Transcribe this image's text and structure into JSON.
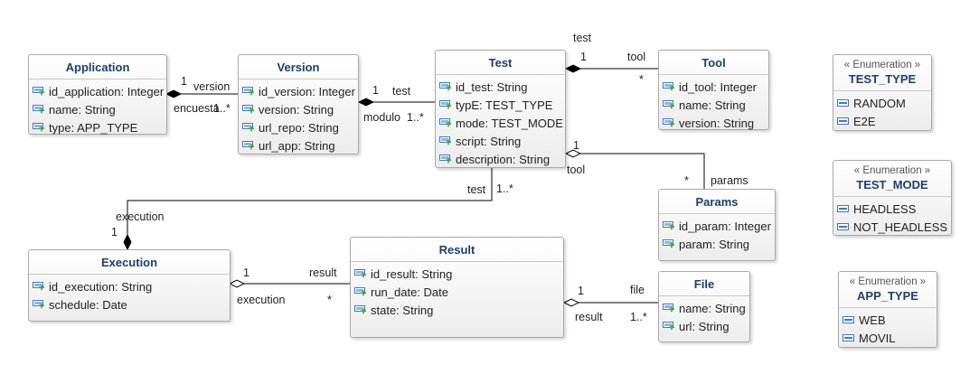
{
  "classes": {
    "application": {
      "name": "Application",
      "attrs": [
        "id_application: Integer",
        "name: String",
        "type: APP_TYPE"
      ]
    },
    "version": {
      "name": "Version",
      "attrs": [
        "id_version: Integer",
        "version: String",
        "url_repo: String",
        "url_app: String"
      ]
    },
    "test": {
      "name": "Test",
      "attrs": [
        "id_test: String",
        "typE: TEST_TYPE",
        "mode: TEST_MODE",
        "script: String",
        "description: String"
      ]
    },
    "tool": {
      "name": "Tool",
      "attrs": [
        "id_tool: Integer",
        "name: String",
        "version: String"
      ]
    },
    "params": {
      "name": "Params",
      "attrs": [
        "id_param: Integer",
        "param: String"
      ]
    },
    "execution": {
      "name": "Execution",
      "attrs": [
        "id_execution: String",
        "schedule: Date"
      ]
    },
    "result": {
      "name": "Result",
      "attrs": [
        "id_result: String",
        "run_date: Date",
        "state: String"
      ]
    },
    "file": {
      "name": "File",
      "attrs": [
        "name: String",
        "url: String"
      ]
    }
  },
  "enums": {
    "test_type": {
      "stereotype": "« Enumeration »",
      "name": "TEST_TYPE",
      "literals": [
        "RANDOM",
        "E2E"
      ]
    },
    "test_mode": {
      "stereotype": "« Enumeration »",
      "name": "TEST_MODE",
      "literals": [
        "HEADLESS",
        "NOT_HEADLESS"
      ]
    },
    "app_type": {
      "stereotype": "« Enumeration »",
      "name": "APP_TYPE",
      "literals": [
        "WEB",
        "MOVIL"
      ]
    }
  },
  "labels": {
    "app_version_mult_app": "1",
    "app_version_role": "version",
    "app_version_role_src": "encuesta",
    "app_version_mult_ver": "1..*",
    "ver_test_mult_ver": "1",
    "ver_test_role": "test",
    "ver_test_role_src": "modulo",
    "ver_test_mult_test": "1..*",
    "test_tool_role_top": "test",
    "test_tool_mult_test": "1",
    "test_tool_role": "tool",
    "test_tool_mult_tool": "*",
    "test_params_mult_test": "1",
    "test_params_role_src": "tool",
    "test_params_mult_params": "*",
    "test_params_role": "params",
    "test_exec_role": "test",
    "test_exec_mult_test": "1..*",
    "test_exec_role_exec": "execution",
    "test_exec_mult_exec": "1",
    "exec_result_mult_exec": "1",
    "exec_result_role": "result",
    "exec_result_role_src": "execution",
    "exec_result_mult_result": "*",
    "result_file_mult_result": "1",
    "result_file_role": "file",
    "result_file_role_src": "result",
    "result_file_mult_file": "1..*"
  },
  "colors": {
    "title": "#1f3f6b",
    "attribute_icon": "#3a7abf",
    "attribute_icon_plus": "#3aa34a",
    "line": "#000000"
  },
  "icons": {
    "attribute": "class-attribute-icon",
    "literal": "enum-literal-icon"
  }
}
